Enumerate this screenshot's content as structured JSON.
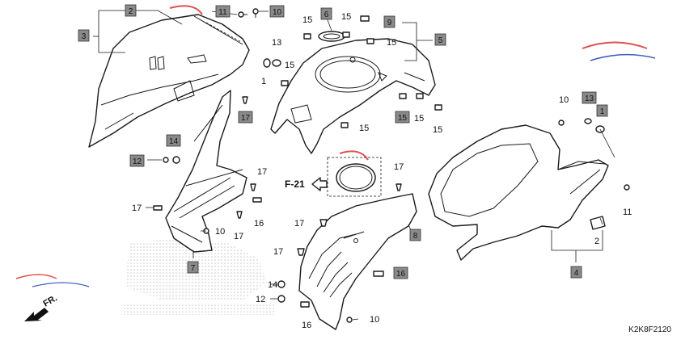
{
  "diagram": {
    "code": "K2K8F2120",
    "reference_label": "F-21",
    "front_label": "FR.",
    "boxed_callouts": [
      "2",
      "3",
      "6",
      "9",
      "5",
      "11",
      "10",
      "14",
      "12",
      "17",
      "15",
      "7",
      "13",
      "1",
      "4",
      "8",
      "16"
    ],
    "plain_callouts": [
      "15",
      "15",
      "15",
      "13",
      "15",
      "1",
      "15",
      "15",
      "15",
      "17",
      "17",
      "17",
      "16",
      "10",
      "17",
      "17",
      "17",
      "14",
      "12",
      "16",
      "10",
      "10",
      "11",
      "2"
    ]
  },
  "colors": {
    "line": "#1a1a1a",
    "callout_box": "#8a8a8a",
    "watermark_red": "#e05050",
    "watermark_blue": "#4060c0"
  },
  "icons": [
    "moto-logo-watermark",
    "front-arrow-icon",
    "reference-arrow-icon",
    "honda-watermark"
  ]
}
